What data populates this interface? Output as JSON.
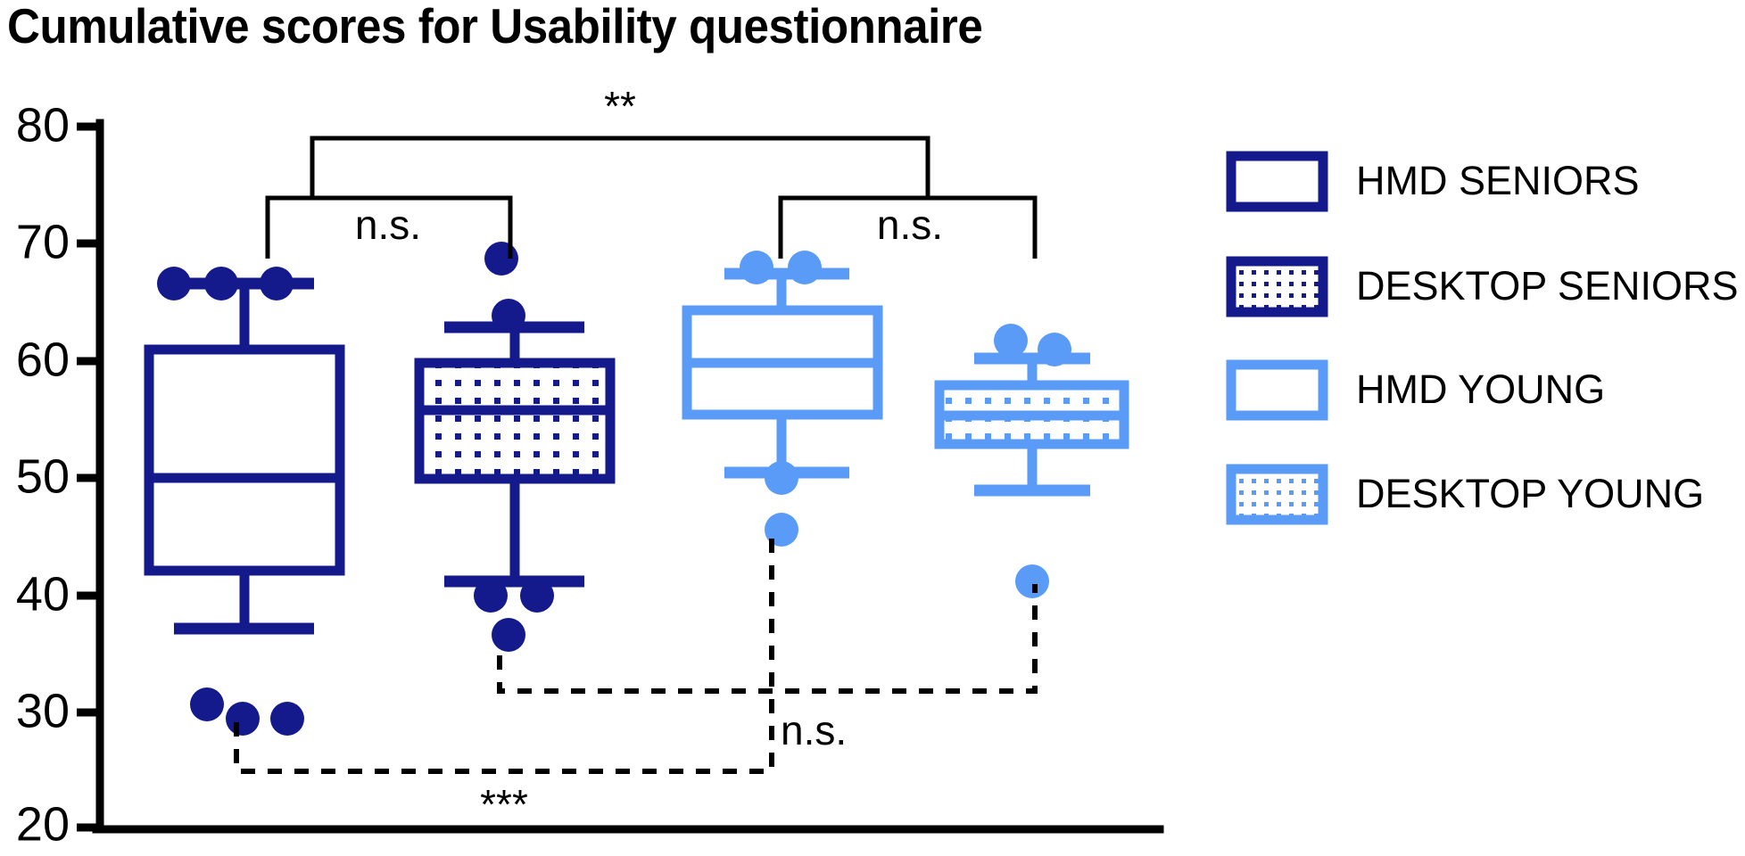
{
  "chart": {
    "title": "Cumulative scores for Usability questionnaire",
    "type": "box"
  },
  "axis": {
    "y_ticks": [
      "80",
      "70",
      "60",
      "50",
      "40",
      "30",
      "20"
    ],
    "ylim_low": "20",
    "ylim_high": "80"
  },
  "legend": {
    "items": [
      {
        "label": "HMD SENIORS",
        "color": "#141a8c",
        "fill": "none"
      },
      {
        "label": "DESKTOP SENIORS",
        "color": "#141a8c",
        "fill": "dotted"
      },
      {
        "label": "HMD YOUNG",
        "color": "#5b9bf8",
        "fill": "none"
      },
      {
        "label": "DESKTOP YOUNG",
        "color": "#5b9bf8",
        "fill": "dotted"
      }
    ]
  },
  "significance": {
    "brackets": [
      {
        "label": "**",
        "style": "solid",
        "from": "HMD SENIORS group",
        "to": "HMD YOUNG group"
      },
      {
        "label": "n.s.",
        "style": "solid",
        "from": "HMD SENIORS",
        "to": "DESKTOP SENIORS"
      },
      {
        "label": "n.s.",
        "style": "solid",
        "from": "HMD YOUNG",
        "to": "DESKTOP YOUNG"
      },
      {
        "label": "n.s.",
        "style": "dashed",
        "from": "DESKTOP SENIORS",
        "to": "DESKTOP YOUNG"
      },
      {
        "label": "***",
        "style": "dashed",
        "from": "HMD SENIORS",
        "to": "HMD YOUNG"
      }
    ]
  },
  "chart_data": {
    "type": "box",
    "title": "Cumulative scores for Usability questionnaire",
    "xlabel": "",
    "ylabel": "",
    "ylim": [
      20,
      80
    ],
    "yticks": [
      20,
      30,
      40,
      50,
      60,
      70,
      80
    ],
    "grid": false,
    "legend_position": "right",
    "categories": [
      "HMD SENIORS",
      "DESKTOP SENIORS",
      "HMD YOUNG",
      "DESKTOP YOUNG"
    ],
    "series": [
      {
        "name": "HMD SENIORS",
        "color": "#141a8c",
        "fill": "none",
        "whisker_high": 67,
        "q3": 61,
        "median": 50,
        "q1": 42,
        "whisker_low": 34,
        "outliers": [
          67,
          67,
          67,
          31,
          30,
          30
        ]
      },
      {
        "name": "DESKTOP SENIORS",
        "color": "#141a8c",
        "fill": "dotted",
        "whisker_high": 63,
        "q3": 60,
        "median": 56,
        "q1": 50,
        "whisker_low": 41,
        "outliers": [
          69,
          64,
          40,
          40,
          37
        ]
      },
      {
        "name": "HMD YOUNG",
        "color": "#5b9bf8",
        "fill": "none",
        "whisker_high": 67.5,
        "q3": 64.5,
        "median": 60,
        "q1": 55.5,
        "whisker_low": 50.5,
        "outliers": [
          67.5,
          67.5,
          46
        ]
      },
      {
        "name": "DESKTOP YOUNG",
        "color": "#5b9bf8",
        "fill": "dotted",
        "whisker_high": 60.5,
        "q3": 58,
        "median": 55.5,
        "q1": 53.5,
        "whisker_low": 49,
        "outliers": [
          62,
          61,
          41
        ]
      }
    ],
    "annotations": [
      {
        "text": "**",
        "comparison": [
          "HMD SENIORS+DESKTOP SENIORS",
          "HMD YOUNG+DESKTOP YOUNG"
        ]
      },
      {
        "text": "n.s.",
        "comparison": [
          "HMD SENIORS",
          "DESKTOP SENIORS"
        ]
      },
      {
        "text": "n.s.",
        "comparison": [
          "HMD YOUNG",
          "DESKTOP YOUNG"
        ]
      },
      {
        "text": "n.s.",
        "comparison": [
          "DESKTOP SENIORS",
          "DESKTOP YOUNG"
        ]
      },
      {
        "text": "***",
        "comparison": [
          "HMD SENIORS",
          "HMD YOUNG"
        ]
      }
    ]
  }
}
